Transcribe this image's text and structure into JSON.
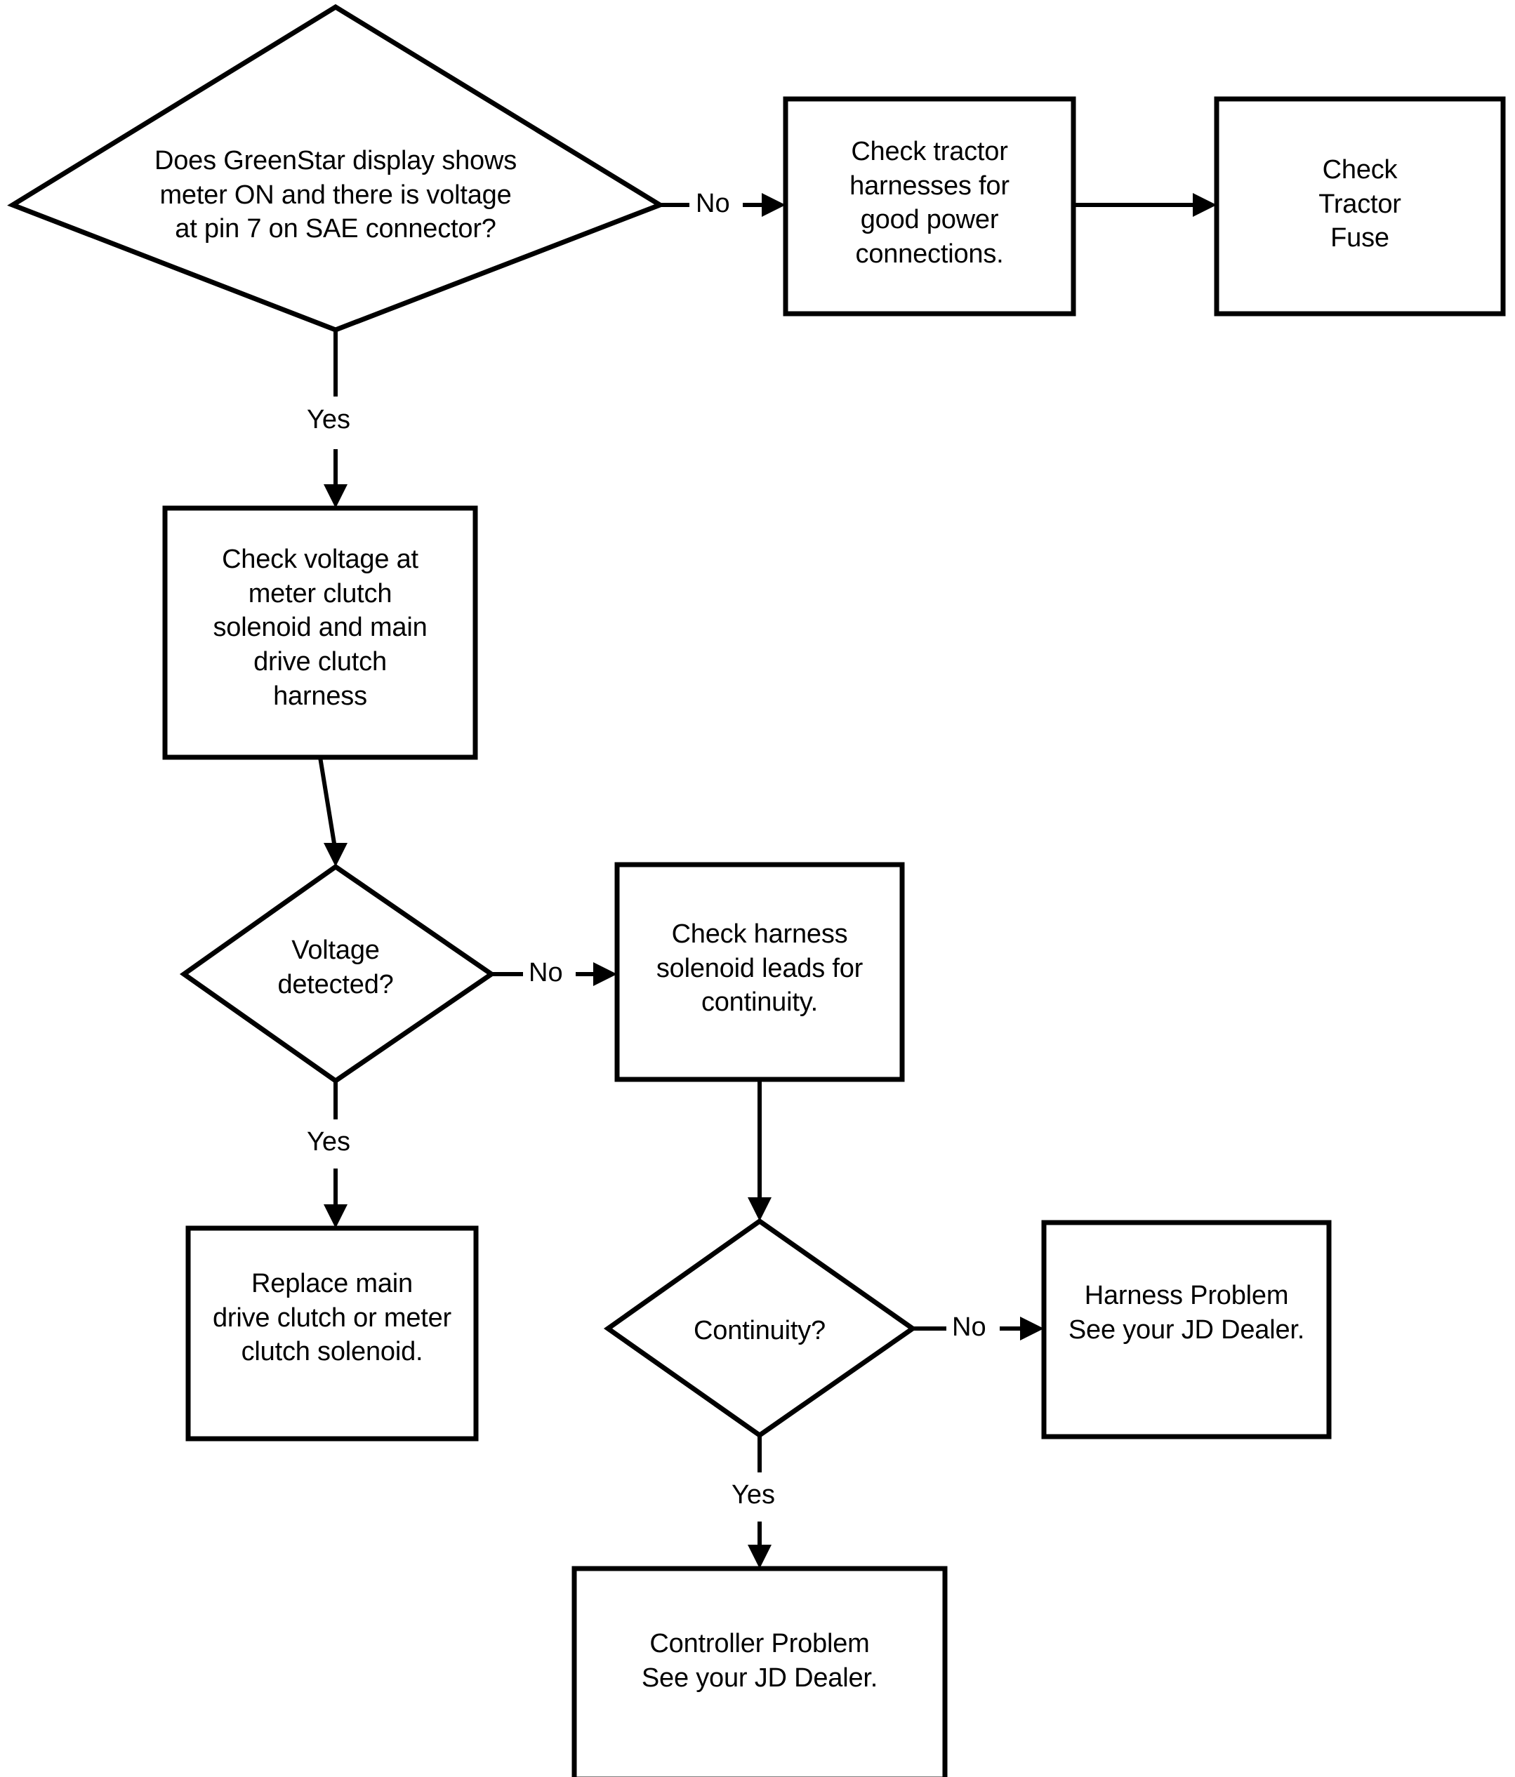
{
  "diagram": {
    "type": "flowchart",
    "title": "",
    "orientation": "top-to-bottom",
    "colors": {
      "background": "#ffffff",
      "stroke": "#000000",
      "text": "#000000"
    },
    "nodes": [
      {
        "id": "q-greenstar",
        "shape": "diamond",
        "text": "Does GreenStar display shows\nmeter ON and there is voltage\nat pin 7 on SAE connector?"
      },
      {
        "id": "check-tractor-harnesses",
        "shape": "rectangle",
        "text": "Check tractor\nharnesses for\ngood power\nconnections."
      },
      {
        "id": "check-tractor-fuse",
        "shape": "rectangle",
        "text": "Check\nTractor\nFuse"
      },
      {
        "id": "check-voltage-meter-clutch",
        "shape": "rectangle",
        "text": "Check voltage at\nmeter clutch\nsolenoid and main\ndrive clutch\nharness"
      },
      {
        "id": "q-voltage-detected",
        "shape": "diamond",
        "text": "Voltage\ndetected?"
      },
      {
        "id": "check-harness-continuity",
        "shape": "rectangle",
        "text": "Check harness\nsolenoid leads for\ncontinuity."
      },
      {
        "id": "replace-main-drive-clutch",
        "shape": "rectangle",
        "text": "Replace main\ndrive clutch or meter\nclutch solenoid."
      },
      {
        "id": "q-continuity",
        "shape": "diamond",
        "text": "Continuity?"
      },
      {
        "id": "harness-problem",
        "shape": "rectangle",
        "text": "Harness Problem\nSee your JD Dealer."
      },
      {
        "id": "controller-problem",
        "shape": "rectangle",
        "text": "Controller Problem\nSee your JD Dealer."
      }
    ],
    "edges": [
      {
        "from": "q-greenstar",
        "to": "check-tractor-harnesses",
        "label": "No"
      },
      {
        "from": "q-greenstar",
        "to": "check-voltage-meter-clutch",
        "label": "Yes"
      },
      {
        "from": "check-tractor-harnesses",
        "to": "check-tractor-fuse",
        "label": ""
      },
      {
        "from": "check-voltage-meter-clutch",
        "to": "q-voltage-detected",
        "label": ""
      },
      {
        "from": "q-voltage-detected",
        "to": "check-harness-continuity",
        "label": "No"
      },
      {
        "from": "q-voltage-detected",
        "to": "replace-main-drive-clutch",
        "label": "Yes"
      },
      {
        "from": "check-harness-continuity",
        "to": "q-continuity",
        "label": ""
      },
      {
        "from": "q-continuity",
        "to": "harness-problem",
        "label": "No"
      },
      {
        "from": "q-continuity",
        "to": "controller-problem",
        "label": "Yes"
      }
    ],
    "edge_labels": {
      "no_1": "No",
      "yes_1": "Yes",
      "no_2": "No",
      "yes_2": "Yes",
      "no_3": "No",
      "yes_3": "Yes"
    }
  }
}
